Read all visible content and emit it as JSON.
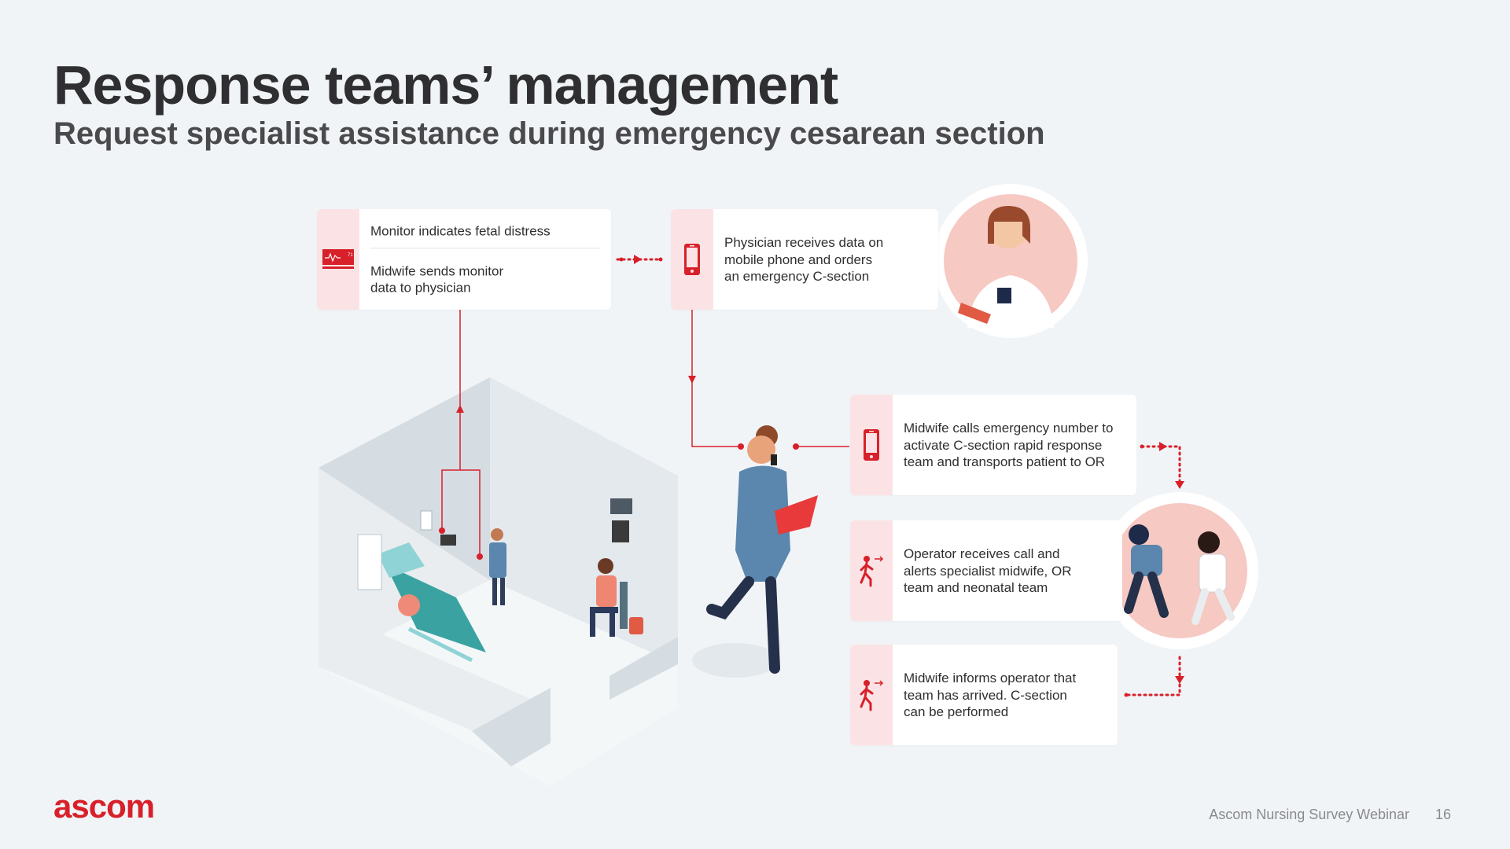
{
  "header": {
    "title": "Response teams’ management",
    "subtitle": "Request specialist assistance during emergency cesarean section"
  },
  "colors": {
    "accent": "#d8202a",
    "strip": "#fbe3e5",
    "background": "#f1f4f7"
  },
  "steps": [
    {
      "icon": "monitor-icon",
      "text_a": "Monitor indicates fetal distress",
      "text_b": "Midwife sends monitor data to physician"
    },
    {
      "icon": "mobile-phone-icon",
      "text": "Physician receives data on mobile phone and orders an emergency C-section"
    },
    {
      "icon": "mobile-phone-icon",
      "text": "Midwife calls emergency number to activate C-section rapid response team and transports patient to OR"
    },
    {
      "icon": "running-person-icon",
      "text": "Operator receives call and alerts specialist midwife, OR team and neonatal team"
    },
    {
      "icon": "running-person-icon",
      "text": "Midwife informs operator that team has arrived. C-section can be performed"
    }
  ],
  "monitor_icon_value": "71",
  "footer": {
    "brand": "ascom",
    "event": "Ascom Nursing Survey Webinar",
    "page": "16"
  }
}
